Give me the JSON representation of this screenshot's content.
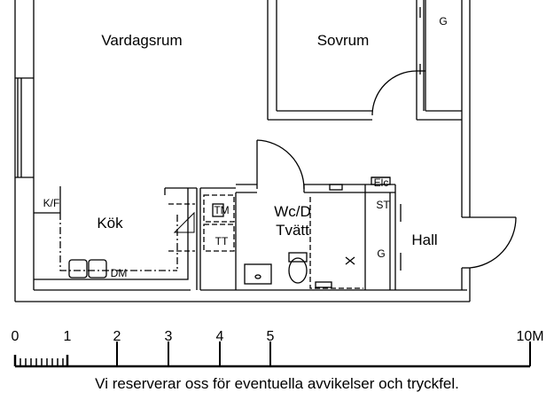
{
  "rooms": {
    "vardagsrum": "Vardagsrum",
    "sovrum": "Sovrum",
    "kok": "Kök",
    "wc": "Wc/D",
    "tvatt": "Tvätt",
    "hall": "Hall"
  },
  "fixtures": {
    "kf": "K/F",
    "dm": "DM",
    "tm": "TM",
    "tt": "TT",
    "elc": "Elc",
    "st": "ST",
    "g_top": "G",
    "g_hall": "G"
  },
  "scale": {
    "ticks": [
      "0",
      "1",
      "2",
      "3",
      "4",
      "5",
      "10M"
    ]
  },
  "disclaimer": "Vi reserverar oss för eventuella avvikelser och tryckfel."
}
